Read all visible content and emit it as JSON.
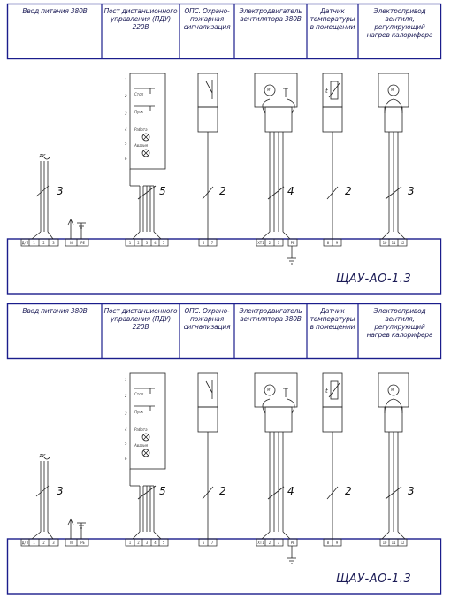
{
  "sheets": [
    {
      "headers": [
        "Ввод питания 380В",
        "Пост дистанционного\nуправления (ПДУ) 220В",
        "ОПС. Охрано-\nпожарная\nсигнализация",
        "Электродвигатель\nвентилятора 380В",
        "Датчик\nтемпературы\nв помещении",
        "Электропривод\nвентиля, регулирующий\nнагрев калорифера"
      ],
      "wire_counts": [
        "3",
        "5",
        "2",
        "4",
        "2",
        "3"
      ],
      "code": "ЩАУ-АО-1.3"
    },
    {
      "headers": [
        "Ввод питания 380В",
        "Пост дистанционного\nуправления (ПДУ) 220В",
        "ОПС. Охрано-\nпожарная\nсигнализация",
        "Электродвигатель\nвентилятора 380В",
        "Датчик\nтемпературы\nв помещении",
        "Электропривод\nвентиля, регулирующий\nнагрев калорифера"
      ],
      "wire_counts": [
        "3",
        "5",
        "2",
        "4",
        "2",
        "3"
      ],
      "code": "ЩАУ-АО-1.3"
    }
  ],
  "terminals": {
    "power": [
      "Д/П",
      "1",
      "2",
      "3"
    ],
    "earth": [
      "N",
      "PE"
    ],
    "pdu": [
      "1",
      "2",
      "3",
      "4",
      "5"
    ],
    "ops": [
      "6",
      "7"
    ],
    "motor": [
      "ХТ1",
      "2",
      "3"
    ],
    "motor_pe": "PE",
    "sensor": [
      "8",
      "9"
    ],
    "valve": [
      "10",
      "11",
      "12"
    ]
  },
  "pdu_labels": {
    "pins": [
      "1",
      "2",
      "3",
      "4",
      "5",
      "6"
    ],
    "stop": "Стоп",
    "pusk": "Пуск",
    "rabota": "Работа",
    "avaria": "Авария"
  },
  "symbols": {
    "tilde": "~",
    "motor": "М",
    "sensor": "t",
    "valve": "М"
  }
}
